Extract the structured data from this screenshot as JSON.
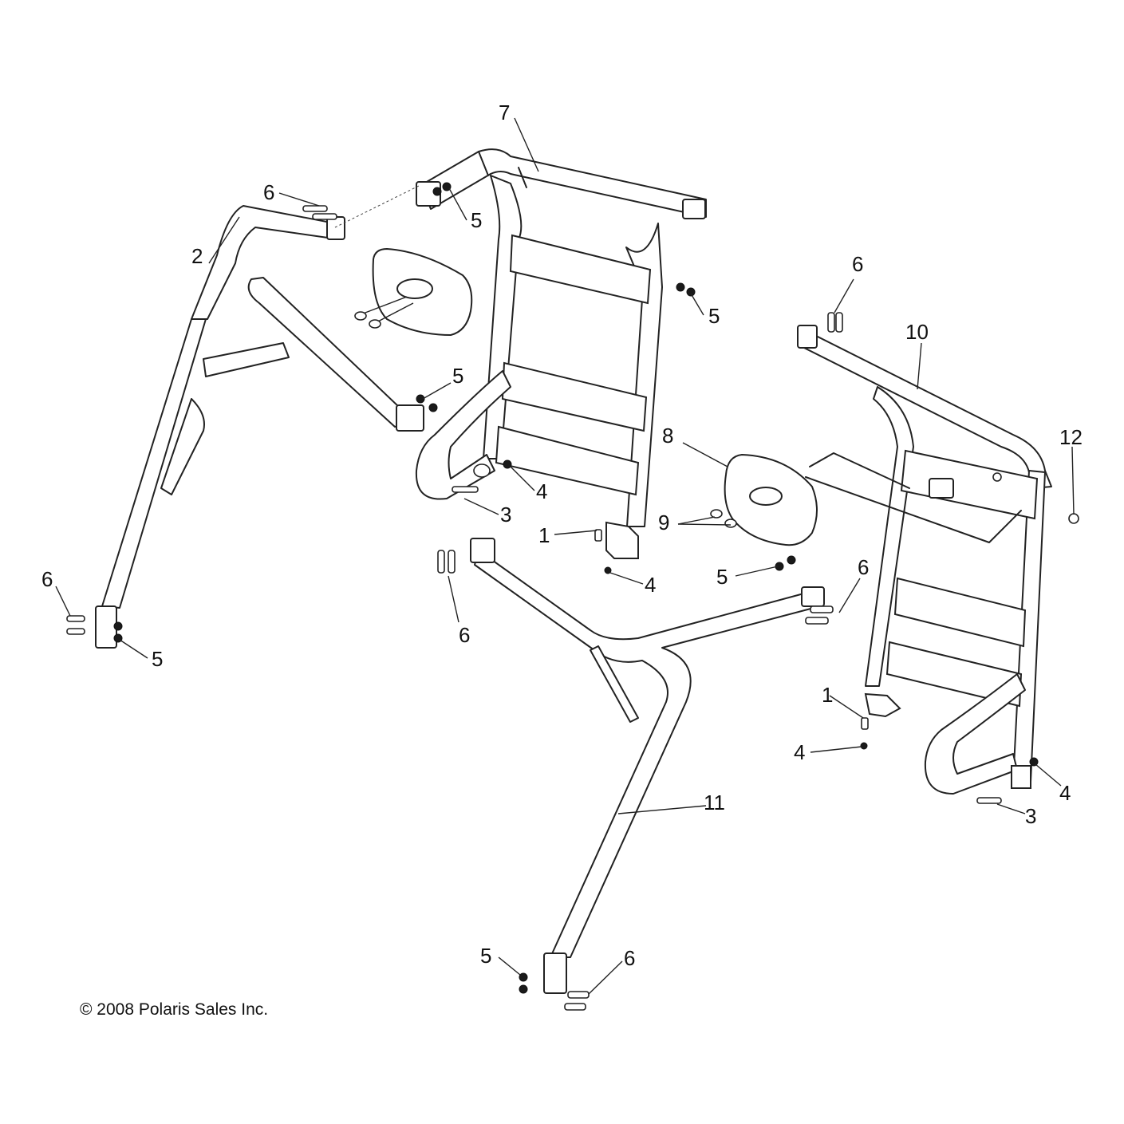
{
  "copyright": "© 2008 Polaris Sales Inc.",
  "callouts": [
    {
      "key": "7a",
      "label": "7"
    },
    {
      "key": "6a",
      "label": "6"
    },
    {
      "key": "5a",
      "label": "5"
    },
    {
      "key": "2a",
      "label": "2"
    },
    {
      "key": "5b",
      "label": "5"
    },
    {
      "key": "6b",
      "label": "6"
    },
    {
      "key": "10a",
      "label": "10"
    },
    {
      "key": "5c",
      "label": "5"
    },
    {
      "key": "4a",
      "label": "4"
    },
    {
      "key": "8a",
      "label": "8"
    },
    {
      "key": "12a",
      "label": "12"
    },
    {
      "key": "3a",
      "label": "3"
    },
    {
      "key": "1a",
      "label": "1"
    },
    {
      "key": "9a",
      "label": "9"
    },
    {
      "key": "4b",
      "label": "4"
    },
    {
      "key": "5d",
      "label": "5"
    },
    {
      "key": "6c",
      "label": "6"
    },
    {
      "key": "6d",
      "label": "6"
    },
    {
      "key": "6e",
      "label": "6"
    },
    {
      "key": "5e",
      "label": "5"
    },
    {
      "key": "1b",
      "label": "1"
    },
    {
      "key": "4c",
      "label": "4"
    },
    {
      "key": "4d",
      "label": "4"
    },
    {
      "key": "11a",
      "label": "11"
    },
    {
      "key": "3b",
      "label": "3"
    },
    {
      "key": "5f",
      "label": "5"
    },
    {
      "key": "6f",
      "label": "6"
    }
  ]
}
